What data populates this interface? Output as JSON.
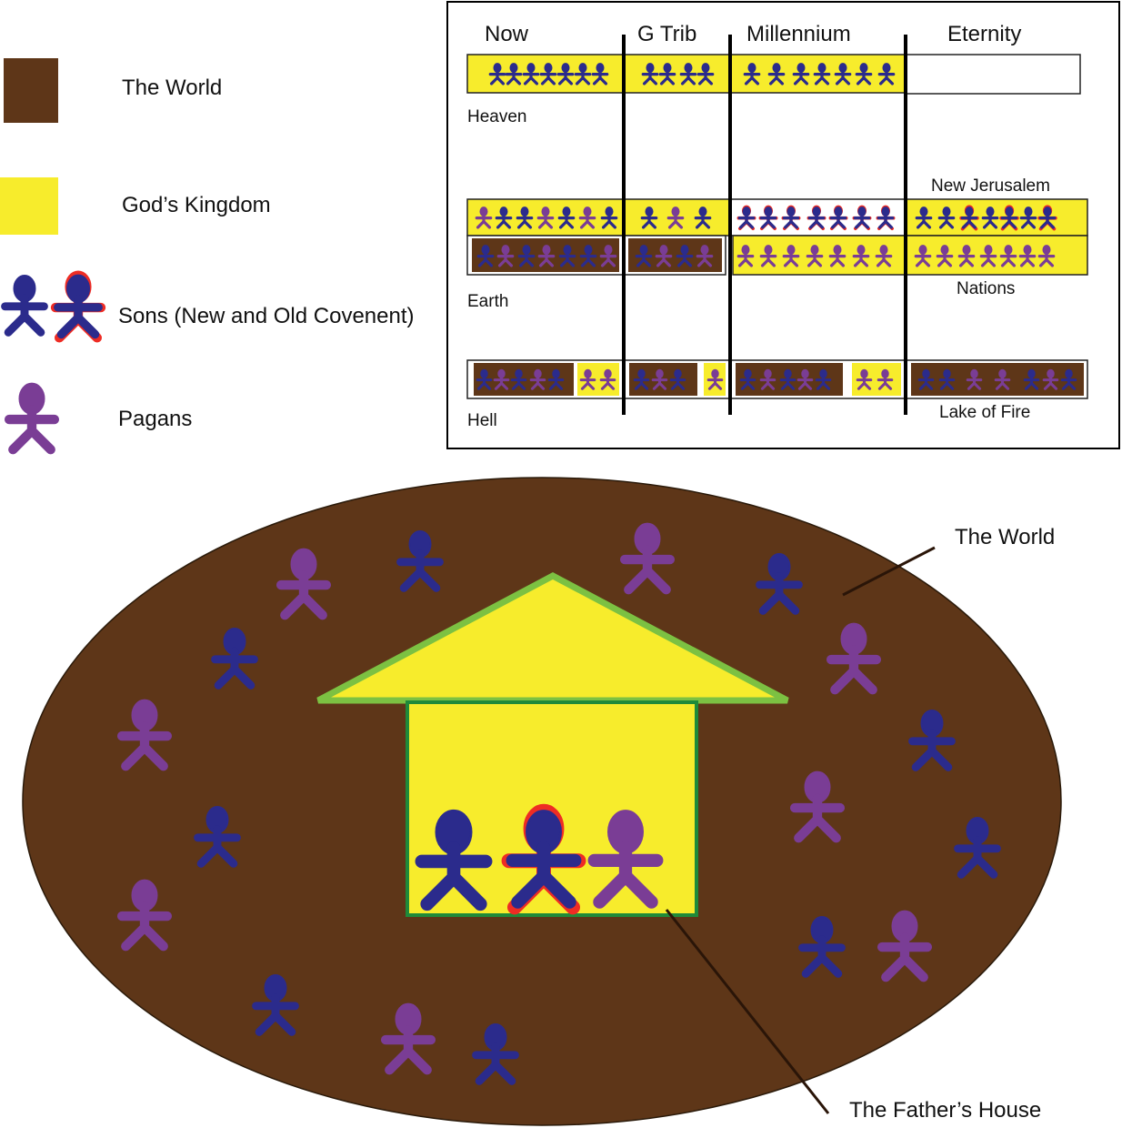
{
  "colors": {
    "world": "#5e3618",
    "kingdom": "#f7ec2c",
    "son": "#2b2b8c",
    "son_old_outline": "#ee2c24",
    "pagan": "#7a3d95",
    "house_border": "#7cc142",
    "house_inner_border": "#1f8a3a",
    "world_outline": "#2a1a0a",
    "line": "#000000"
  },
  "legend": {
    "world_label": "The World",
    "kingdom_label": "God’s Kingdom",
    "sons_label": "Sons (New and Old Covenent)",
    "pagans_label": "Pagans"
  },
  "timeline": {
    "columns": [
      "Now",
      "G Trib",
      "Millennium",
      "Eternity"
    ],
    "rows": {
      "heaven": "Heaven",
      "earth": "Earth",
      "hell": "Hell"
    },
    "eternity_labels": {
      "new_jerusalem": "New Jerusalem",
      "nations": "Nations",
      "lake_of_fire": "Lake of Fire"
    }
  },
  "world_diagram": {
    "world_label": "The World",
    "house_label": "The Father’s House"
  }
}
